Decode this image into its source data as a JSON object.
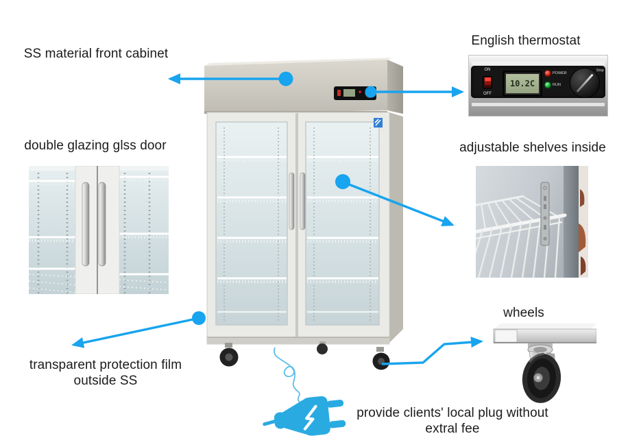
{
  "colors": {
    "arrow": "#18a4ef",
    "plug": "#29abe2",
    "cord": "#5bbcec",
    "text": "#1b1b1b"
  },
  "callouts": {
    "cabinet": {
      "label": "SS material front cabinet"
    },
    "thermostat": {
      "label": "English thermostat"
    },
    "glass_door": {
      "label": "double glazing glss door"
    },
    "shelves": {
      "label": "adjustable shelves inside"
    },
    "film": {
      "line1": "transparent protection film",
      "line2": "outside SS"
    },
    "wheels": {
      "label": "wheels"
    },
    "plug": {
      "line1": "provide clients' local plug without",
      "line2": "extral fee"
    }
  },
  "thermostat_panel": {
    "on": "ON",
    "off": "OFF",
    "power": "POWER",
    "run": "RUN",
    "stop": "Stop",
    "lcd_reading": "10.2C"
  }
}
